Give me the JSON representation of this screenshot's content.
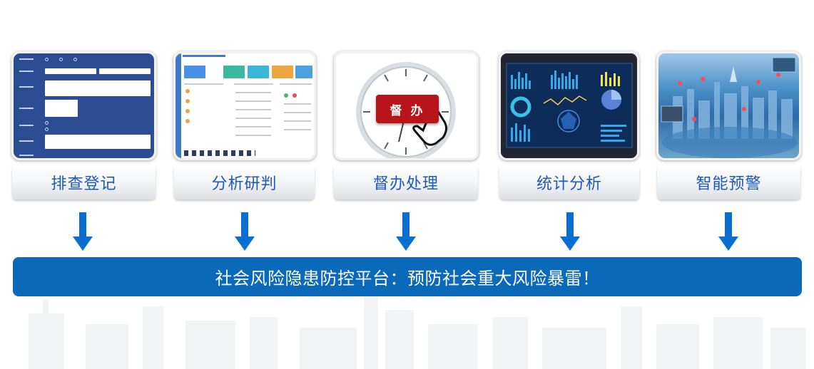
{
  "steps": [
    {
      "label": "排查登记",
      "image": "form-screenshot"
    },
    {
      "label": "分析研判",
      "image": "dashboard-screenshot"
    },
    {
      "label": "督办处理",
      "image": "clock-supervise"
    },
    {
      "label": "统计分析",
      "image": "data-screens"
    },
    {
      "label": "智能预警",
      "image": "smart-city"
    }
  ],
  "clock_button": "督 办",
  "banner": "社会风险隐患防控平台：预防社会重大风险暴雷！",
  "colors": {
    "label_text": "#1f59b8",
    "banner_bg": "#0a69b9",
    "arrow": "#0a6fd0",
    "supervise_button": "#b8141a"
  }
}
